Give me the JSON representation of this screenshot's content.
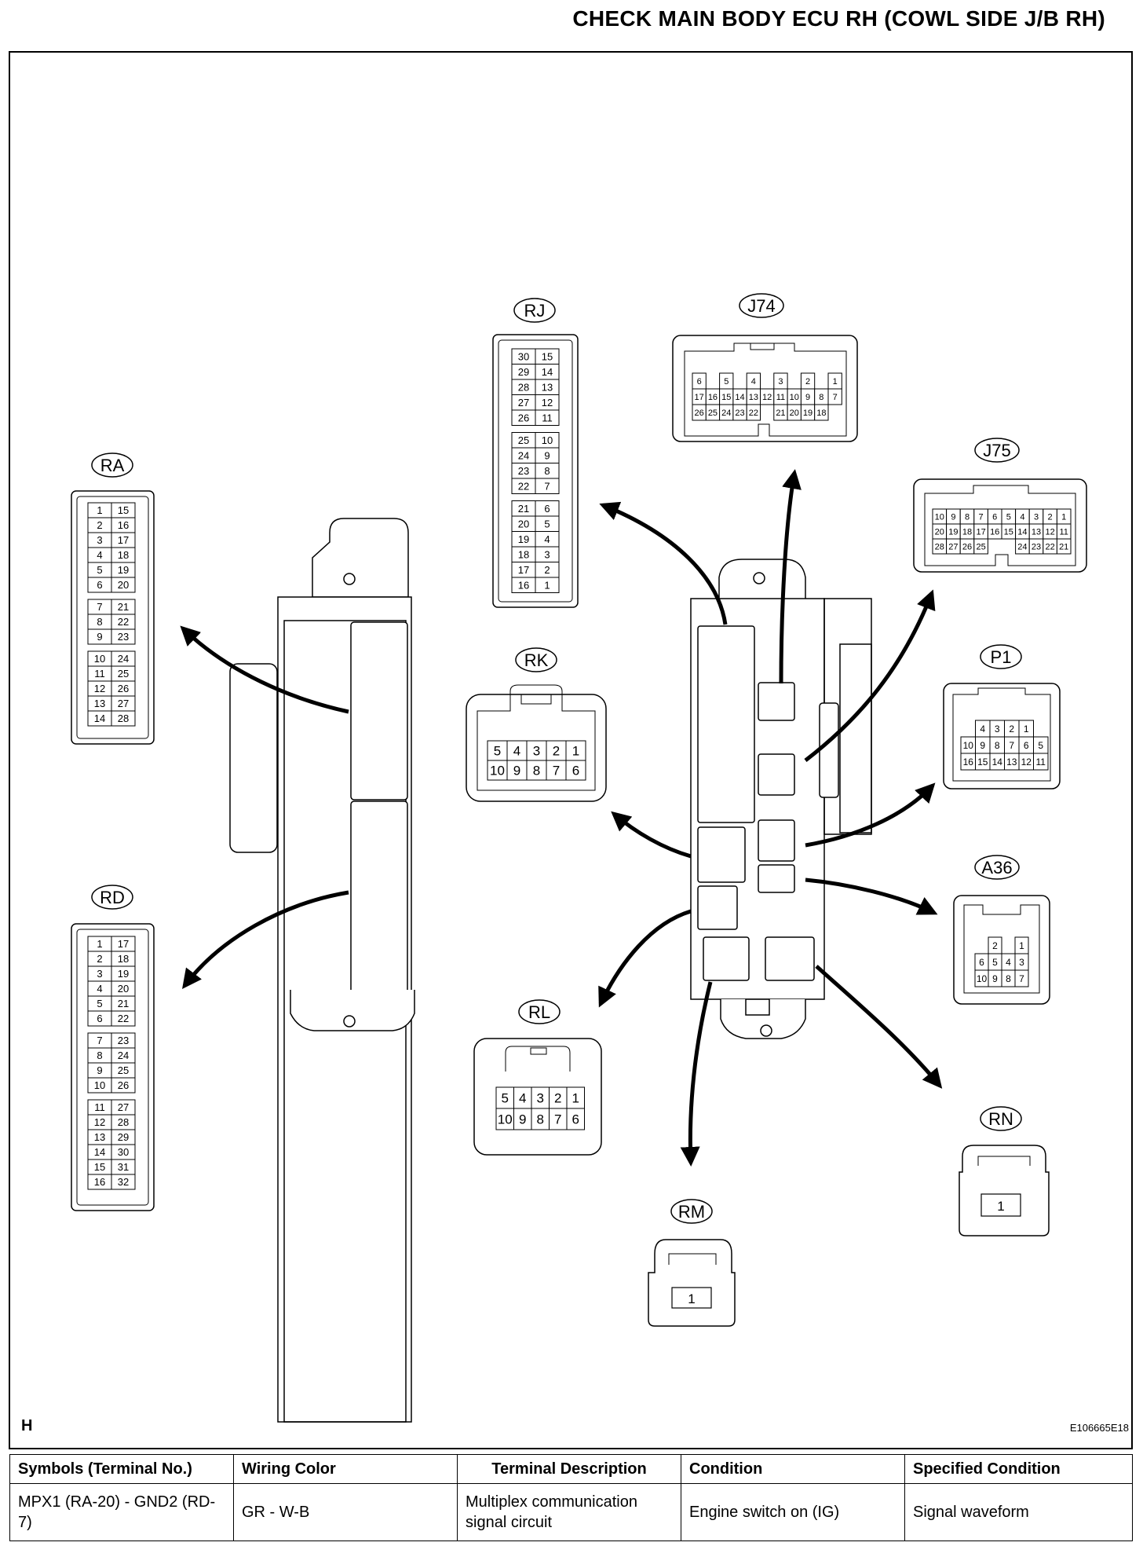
{
  "page": {
    "title": "CHECK MAIN BODY ECU RH (COWL SIDE J/B RH)",
    "corner_mark": "H",
    "figure_id": "E106665E18"
  },
  "connectors": {
    "RA": {
      "label": "RA",
      "groups": [
        [
          [
            "1",
            "15"
          ],
          [
            "2",
            "16"
          ],
          [
            "3",
            "17"
          ],
          [
            "4",
            "18"
          ],
          [
            "5",
            "19"
          ],
          [
            "6",
            "20"
          ]
        ],
        [
          [
            "7",
            "21"
          ],
          [
            "8",
            "22"
          ],
          [
            "9",
            "23"
          ]
        ],
        [
          [
            "10",
            "24"
          ],
          [
            "11",
            "25"
          ],
          [
            "12",
            "26"
          ],
          [
            "13",
            "27"
          ],
          [
            "14",
            "28"
          ]
        ]
      ]
    },
    "RD": {
      "label": "RD",
      "groups": [
        [
          [
            "1",
            "17"
          ],
          [
            "2",
            "18"
          ],
          [
            "3",
            "19"
          ],
          [
            "4",
            "20"
          ],
          [
            "5",
            "21"
          ],
          [
            "6",
            "22"
          ]
        ],
        [
          [
            "7",
            "23"
          ],
          [
            "8",
            "24"
          ],
          [
            "9",
            "25"
          ],
          [
            "10",
            "26"
          ]
        ],
        [
          [
            "11",
            "27"
          ],
          [
            "12",
            "28"
          ],
          [
            "13",
            "29"
          ],
          [
            "14",
            "30"
          ],
          [
            "15",
            "31"
          ],
          [
            "16",
            "32"
          ]
        ]
      ]
    },
    "RJ": {
      "label": "RJ",
      "groups": [
        [
          [
            "30",
            "15"
          ],
          [
            "29",
            "14"
          ],
          [
            "28",
            "13"
          ],
          [
            "27",
            "12"
          ],
          [
            "26",
            "11"
          ]
        ],
        [
          [
            "25",
            "10"
          ],
          [
            "24",
            "9"
          ],
          [
            "23",
            "8"
          ],
          [
            "22",
            "7"
          ]
        ],
        [
          [
            "21",
            "6"
          ],
          [
            "20",
            "5"
          ],
          [
            "19",
            "4"
          ],
          [
            "18",
            "3"
          ],
          [
            "17",
            "2"
          ],
          [
            "16",
            "1"
          ]
        ]
      ]
    },
    "J74": {
      "label": "J74",
      "rows": [
        [
          "6",
          "",
          "5",
          "",
          "4",
          "",
          "3",
          "",
          "2",
          "",
          "1"
        ],
        [
          "17",
          "16",
          "15",
          "14",
          "13",
          "12",
          "11",
          "10",
          "9",
          "8",
          "7"
        ],
        [
          "26",
          "25",
          "24",
          "23",
          "22",
          "",
          "21",
          "20",
          "19",
          "18"
        ]
      ]
    },
    "J75": {
      "label": "J75",
      "rows": [
        [
          "10",
          "9",
          "8",
          "7",
          "6",
          "5",
          "4",
          "3",
          "2",
          "1"
        ],
        [
          "20",
          "19",
          "18",
          "17",
          "16",
          "15",
          "14",
          "13",
          "12",
          "11"
        ],
        [
          "28",
          "27",
          "26",
          "25",
          "",
          "",
          "24",
          "23",
          "22",
          "21"
        ]
      ]
    },
    "RK": {
      "label": "RK",
      "rows": [
        [
          "5",
          "4",
          "3",
          "2",
          "1"
        ],
        [
          "10",
          "9",
          "8",
          "7",
          "6"
        ]
      ]
    },
    "P1": {
      "label": "P1",
      "rows": [
        [
          "",
          "4",
          "3",
          "2",
          "1",
          ""
        ],
        [
          "10",
          "9",
          "8",
          "7",
          "6",
          "5"
        ],
        [
          "16",
          "15",
          "14",
          "13",
          "12",
          "11"
        ]
      ]
    },
    "A36": {
      "label": "A36",
      "rows": [
        [
          "",
          "2",
          "",
          "1"
        ],
        [
          "6",
          "5",
          "4",
          "3"
        ],
        [
          "10",
          "9",
          "8",
          "7"
        ]
      ]
    },
    "RL": {
      "label": "RL",
      "rows": [
        [
          "5",
          "4",
          "3",
          "2",
          "1"
        ],
        [
          "10",
          "9",
          "8",
          "7",
          "6"
        ]
      ]
    },
    "RM": {
      "label": "RM",
      "pin": "1"
    },
    "RN": {
      "label": "RN",
      "pin": "1"
    }
  },
  "table": {
    "headers": [
      "Symbols (Terminal No.)",
      "Wiring Color",
      "Terminal Description",
      "Condition",
      "Specified Condition"
    ],
    "rows": [
      [
        "MPX1 (RA-20) - GND2 (RD-7)",
        "GR - W-B",
        "Multiplex communication signal circuit",
        "Engine switch on (IG)",
        "Signal waveform"
      ]
    ]
  }
}
